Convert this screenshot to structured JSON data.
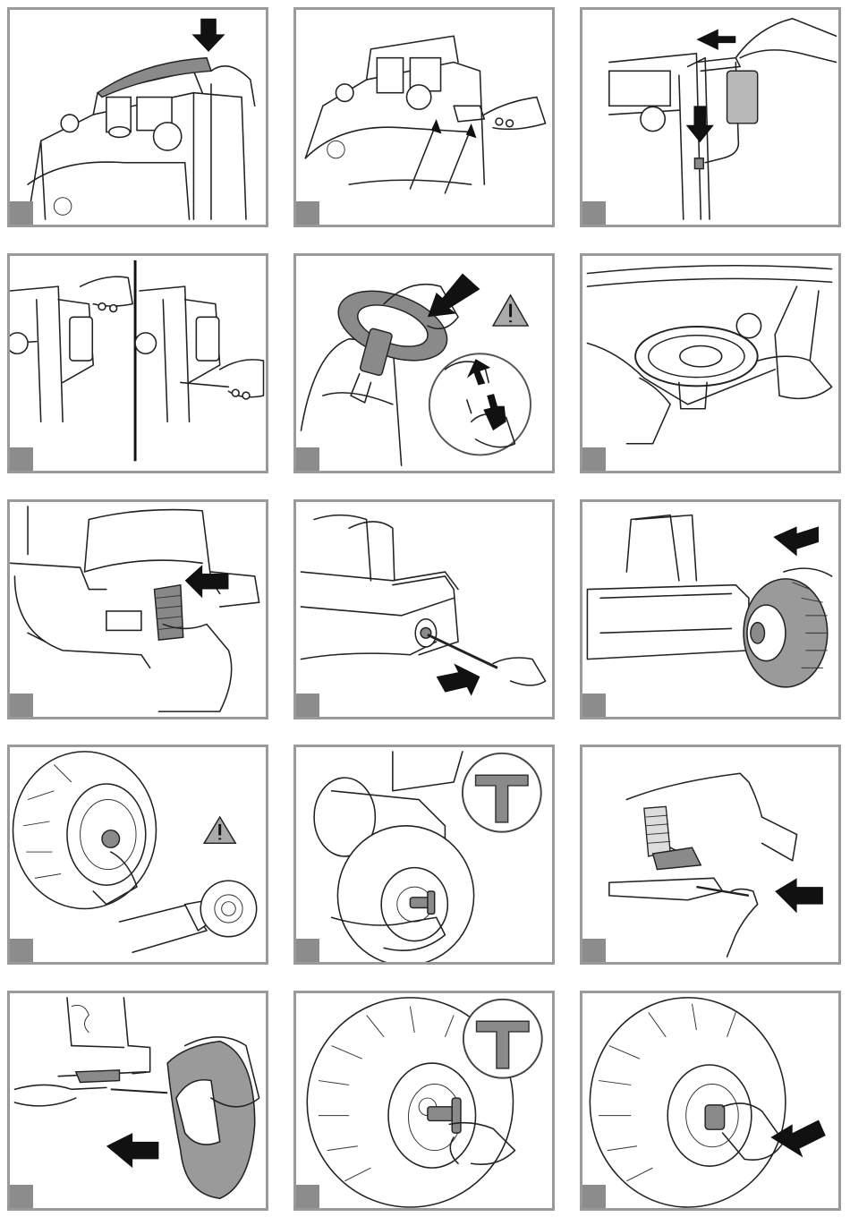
{
  "page": {
    "panel_count": 15,
    "panel_border_color": "#9a9a9a",
    "step_badge_color": "#8c8c8c",
    "arrow_color": "#111111"
  },
  "panels": [
    {
      "id": 1,
      "depicts": "roll-bar-install",
      "icons": [
        "arrow-down-icon"
      ]
    },
    {
      "id": 2,
      "depicts": "screw-roll-bar",
      "icons": [
        "arrow-icon"
      ]
    },
    {
      "id": 3,
      "depicts": "mirror-install",
      "icons": [
        "arrow-left-icon",
        "arrow-down-icon"
      ]
    },
    {
      "id": 4,
      "depicts": "mirror-screw",
      "icons": []
    },
    {
      "id": 5,
      "depicts": "steering-wheel-install",
      "icons": [
        "arrow-icon",
        "warning-icon"
      ]
    },
    {
      "id": 6,
      "depicts": "steering-wheel-check",
      "icons": []
    },
    {
      "id": 7,
      "depicts": "steering-boot",
      "icons": [
        "arrow-icon"
      ]
    },
    {
      "id": 8,
      "depicts": "rear-axle-insert",
      "icons": [
        "arrow-icon"
      ]
    },
    {
      "id": 9,
      "depicts": "rear-wheel-mount",
      "icons": [
        "arrow-left-icon"
      ]
    },
    {
      "id": 10,
      "depicts": "hub-cap-install",
      "icons": [
        "warning-icon"
      ]
    },
    {
      "id": 11,
      "depicts": "hub-wrench",
      "icons": [
        "wrench-icon"
      ]
    },
    {
      "id": 12,
      "depicts": "front-axle-insert",
      "icons": [
        "arrow-left-icon"
      ]
    },
    {
      "id": 13,
      "depicts": "front-wheel-mount",
      "icons": [
        "arrow-left-icon"
      ]
    },
    {
      "id": 14,
      "depicts": "front-hub-wrench",
      "icons": [
        "wrench-icon"
      ]
    },
    {
      "id": 15,
      "depicts": "hub-cap-press",
      "icons": [
        "arrow-left-icon"
      ]
    }
  ]
}
